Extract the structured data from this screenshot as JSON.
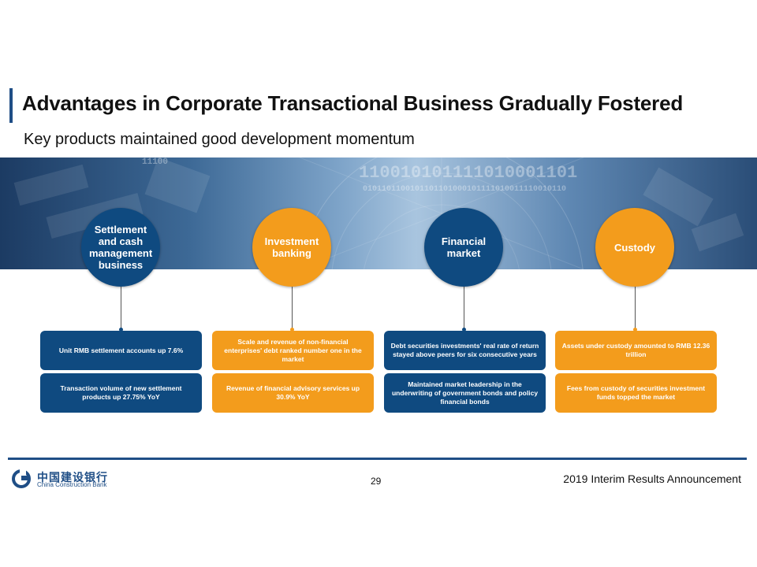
{
  "slide": {
    "title": "Advantages in Corporate Transactional Business Gradually Fostered",
    "subtitle": "Key products maintained good development momentum"
  },
  "colors": {
    "blue": "#0f4a80",
    "orange": "#f39c1c",
    "rule": "#1f4e86"
  },
  "pillars": [
    {
      "label": "Settlement and cash management business",
      "color": "blue",
      "items": [
        "Unit RMB settlement accounts up 7.6%",
        "Transaction volume of new settlement products up 27.75%  YoY"
      ]
    },
    {
      "label": "Investment banking",
      "color": "orange",
      "items": [
        "Scale and revenue of non-financial enterprises' debt ranked number one in the market",
        "Revenue of financial advisory services up 30.9%  YoY"
      ]
    },
    {
      "label": "Financial market",
      "color": "blue",
      "items": [
        "Debt securities investments' real rate of return stayed above peers for six consecutive years",
        "Maintained market leadership in the underwriting of government bonds and policy financial bonds"
      ]
    },
    {
      "label": "Custody",
      "color": "orange",
      "items": [
        "Assets under custody amounted to RMB 12.36 trillion",
        "Fees from custody of securities investment funds topped the market"
      ]
    }
  ],
  "footer": {
    "bank_name_cn": "中国建设银行",
    "bank_name_en": "China Construction Bank",
    "page_number": "29",
    "announcement": "2019 Interim Results Announcement",
    "logo_icon": "ccb-logo-icon"
  }
}
